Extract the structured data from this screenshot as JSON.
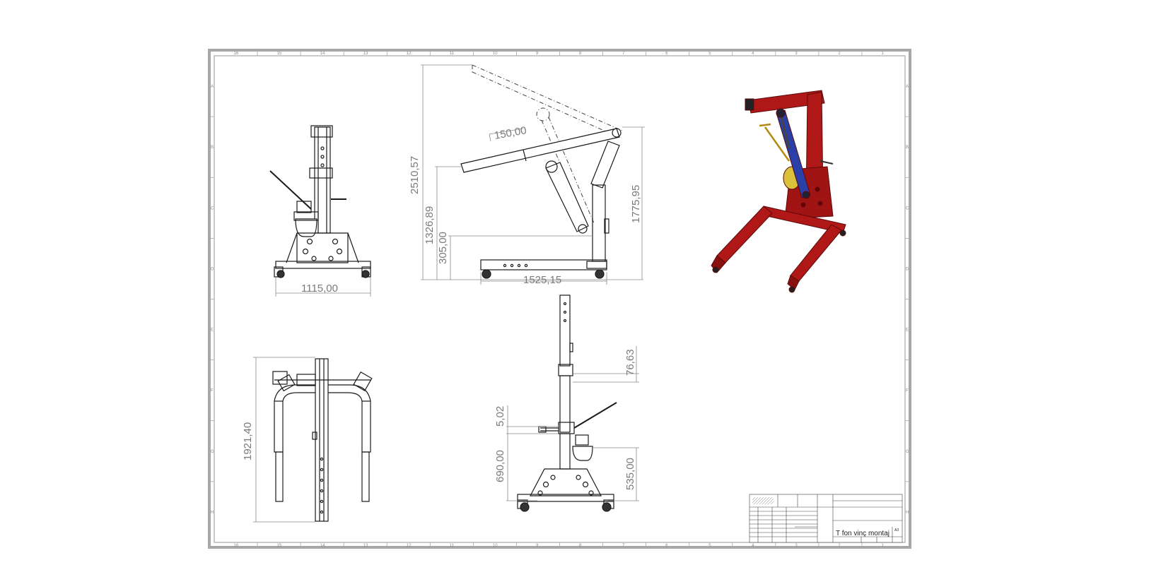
{
  "drawing": {
    "colors": {
      "frame": "#a7a7a7",
      "line": "#1a1a1a",
      "dim": "#8a8a8a",
      "crane_red": "#b01818",
      "cylinder_blue": "#2a3fa8",
      "oil_yellow": "#d9c23a"
    },
    "zones_top": [
      "16",
      "15",
      "14",
      "13",
      "12",
      "11",
      "10",
      "9",
      "8",
      "7",
      "6",
      "5",
      "4",
      "3",
      "2",
      "1"
    ],
    "zones_side": [
      "A",
      "B",
      "C",
      "D",
      "E",
      "F",
      "G",
      "H"
    ],
    "dimensions": {
      "front_width": "1115,00",
      "side_overall_height": "2510,57",
      "side_boom_offset": "150,00",
      "side_mid_height": "1326,89",
      "side_base_height": "305,00",
      "side_mast_height": "1775,95",
      "side_length": "1525,15",
      "top_depth": "1921,40",
      "rear_upper": "76,63",
      "rear_small": "5,02",
      "rear_lower": "690,00",
      "rear_pump": "535,00"
    },
    "title_block": {
      "title": "T fon vinç montaj",
      "sheet_size": "A3"
    }
  }
}
